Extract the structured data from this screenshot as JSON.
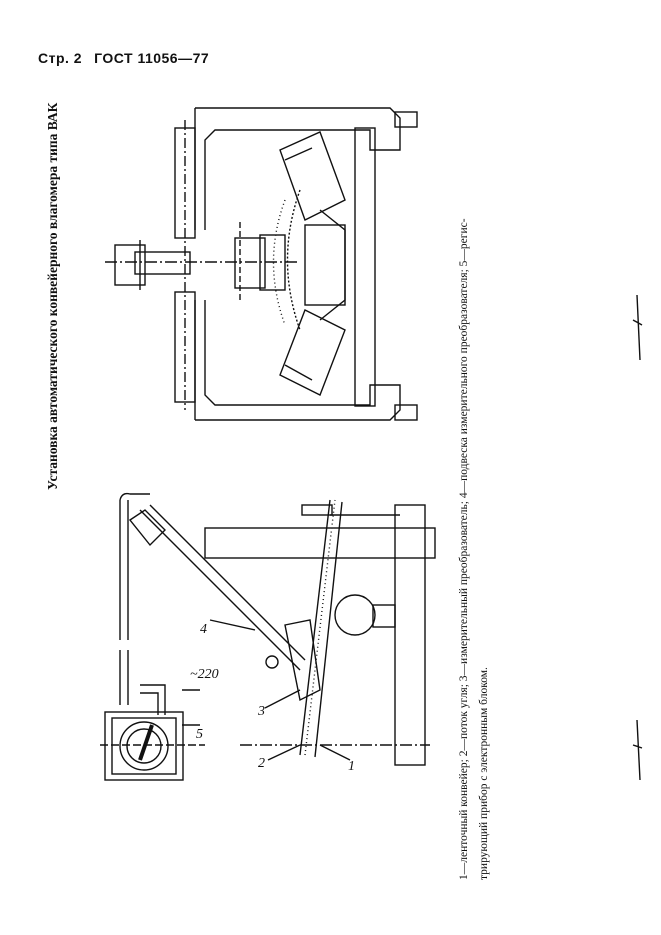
{
  "header": {
    "page_label": "Стр. 2",
    "standard": "ГОСТ 11056—77"
  },
  "figure": {
    "title": "Установка автоматического конвейерного влагомера типа ВАК",
    "labels": [
      "1",
      "2",
      "3",
      "4",
      "5",
      "~220"
    ],
    "caption_lines": [
      "1—ленточный конвейер; 2—поток угля; 3—измерительный преобразователь; 4—подвеска измерительного преобразователя; 5—регис-",
      "трирующий прибор с электронным блоком."
    ]
  }
}
